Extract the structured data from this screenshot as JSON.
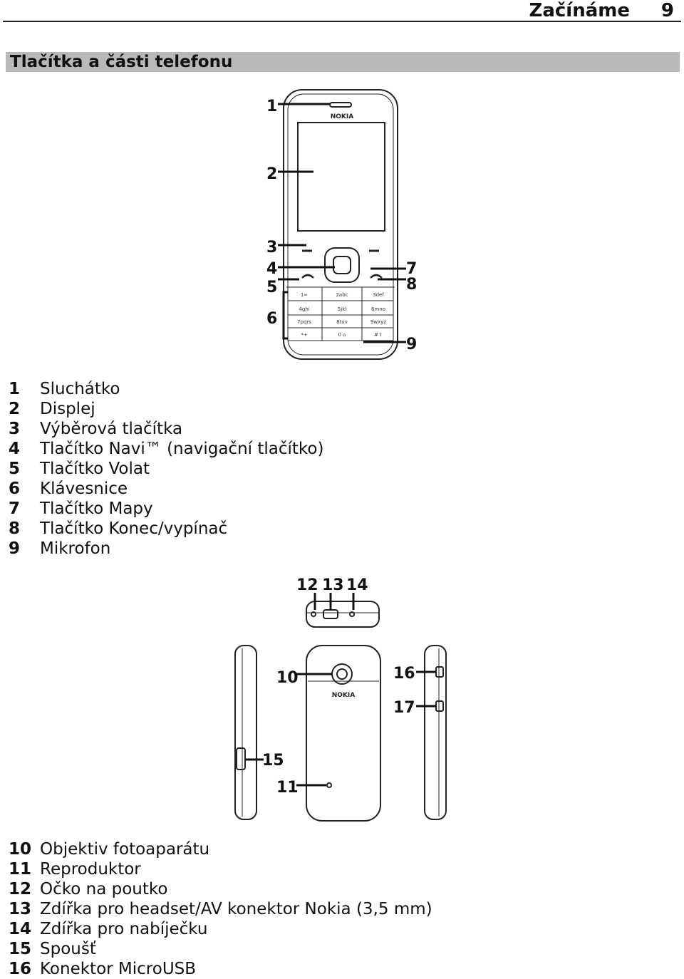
{
  "header": {
    "title": "Začínáme",
    "page_number": "9"
  },
  "section": {
    "title": "Tlačítka a části telefonu"
  },
  "front_callouts": [
    "1",
    "2",
    "3",
    "4",
    "5",
    "6",
    "7",
    "8",
    "9"
  ],
  "bottom_callouts": [
    "12",
    "13",
    "14"
  ],
  "back_callouts": [
    "10",
    "11",
    "15",
    "16",
    "17"
  ],
  "phone_labels": {
    "brand": "NOKIA",
    "keys": [
      "1∞",
      "2abc",
      "3def",
      "4ghi",
      "5jkl",
      "6mno",
      "7pqrs",
      "8tuv",
      "9wxyz",
      "*+",
      "0 ⌂",
      "#⇧"
    ]
  },
  "parts_front": [
    {
      "num": "1",
      "label": "Sluchátko"
    },
    {
      "num": "2",
      "label": "Displej"
    },
    {
      "num": "3",
      "label": "Výběrová tlačítka"
    },
    {
      "num": "4",
      "label": "Tlačítko Navi™ (navigační tlačítko)"
    },
    {
      "num": "5",
      "label": "Tlačítko Volat"
    },
    {
      "num": "6",
      "label": "Klávesnice"
    },
    {
      "num": "7",
      "label": "Tlačítko Mapy"
    },
    {
      "num": "8",
      "label": "Tlačítko Konec/vypínač"
    },
    {
      "num": "9",
      "label": "Mikrofon"
    }
  ],
  "parts_back": [
    {
      "num": "10",
      "label": "Objektiv fotoaparátu"
    },
    {
      "num": "11",
      "label": "Reproduktor"
    },
    {
      "num": "12",
      "label": "Očko na poutko"
    },
    {
      "num": "13",
      "label": "Zdířka pro headset/AV konektor Nokia (3,5 mm)"
    },
    {
      "num": "14",
      "label": "Zdířka pro nabíječku"
    },
    {
      "num": "15",
      "label": "Spoušť"
    },
    {
      "num": "16",
      "label": "Konektor MicroUSB"
    }
  ]
}
